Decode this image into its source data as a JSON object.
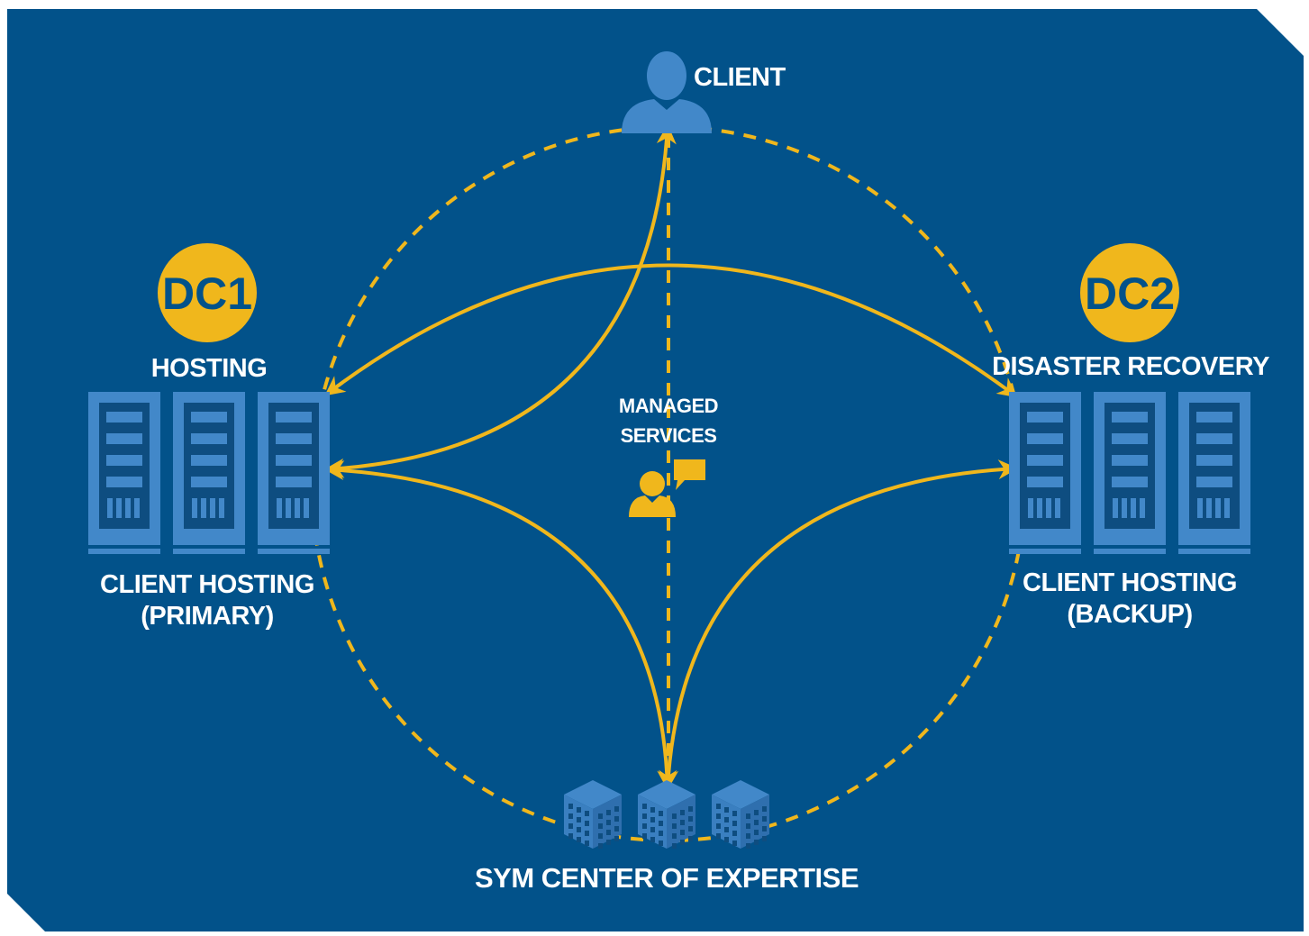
{
  "colors": {
    "background": "#02528a",
    "accent": "#f0b71c",
    "icon_blue": "#4288c9",
    "icon_dark": "#0e4d80",
    "text": "#ffffff"
  },
  "nodes": {
    "client": {
      "label": "CLIENT",
      "icon": "person-icon"
    },
    "dc1": {
      "badge": "DC1",
      "role": "HOSTING",
      "caption_line1": "CLIENT HOSTING",
      "caption_line2": "(PRIMARY)",
      "icon": "server-rack-icon"
    },
    "dc2": {
      "badge": "DC2",
      "role": "DISASTER RECOVERY",
      "caption_line1": "CLIENT HOSTING",
      "caption_line2": "(BACKUP)",
      "icon": "server-rack-icon"
    },
    "managed_services": {
      "label_line1": "MANAGED",
      "label_line2": "SERVICES",
      "icon": "support-agent-icon"
    },
    "sym": {
      "label": "SYM CENTER OF EXPERTISE",
      "icon": "office-building-icon"
    }
  }
}
